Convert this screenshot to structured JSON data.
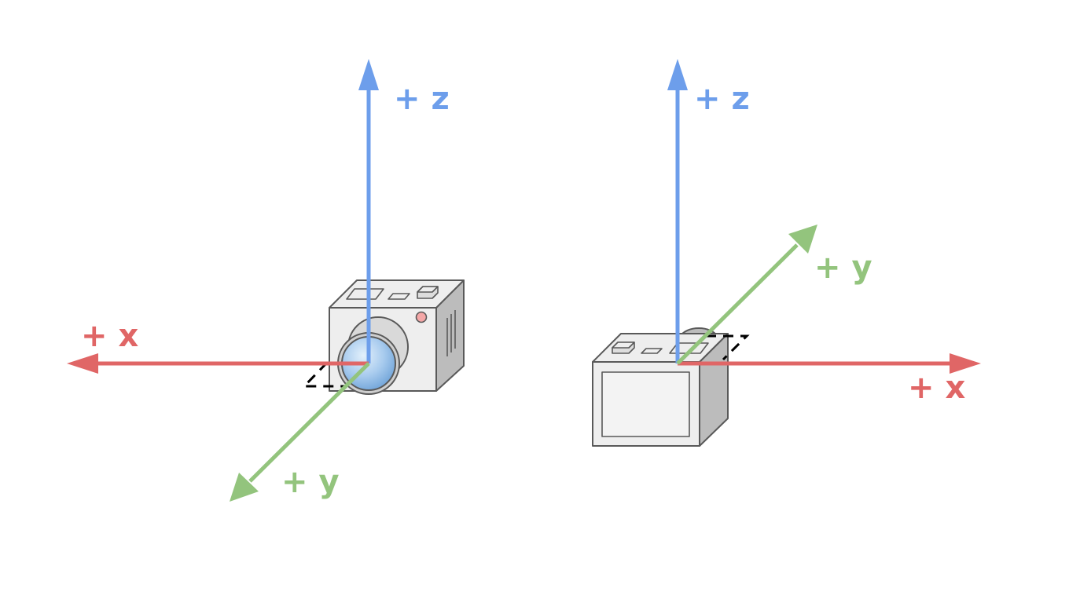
{
  "colors": {
    "x_axis": "#e06666",
    "y_axis": "#93c47d",
    "z_axis": "#6d9eeb",
    "camera_body": "#eeeeee",
    "camera_side": "#bcbcbc",
    "camera_outline": "#595959",
    "lens_glass": "#9fc5e8",
    "indicator_light": "#f4a7a7"
  },
  "left_view": {
    "x_label": "+ x",
    "y_label": "+ y",
    "z_label": "+ z"
  },
  "right_view": {
    "x_label": "+ x",
    "y_label": "+ y",
    "z_label": "+ z"
  }
}
